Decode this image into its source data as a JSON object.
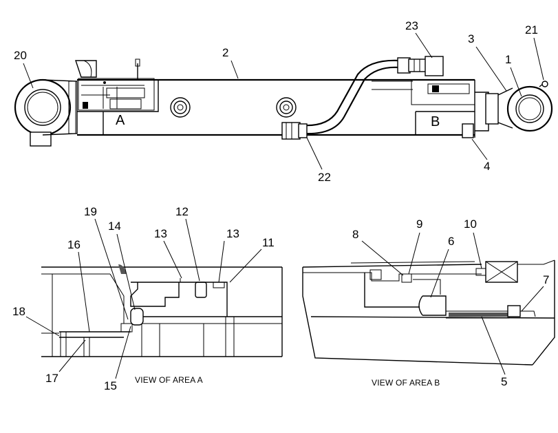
{
  "diagram": {
    "main_view": {
      "area_labels": {
        "a": "A",
        "b": "B"
      },
      "callouts": [
        "20",
        "2",
        "23",
        "3",
        "1",
        "21",
        "22",
        "4"
      ]
    },
    "view_a": {
      "caption": "VIEW OF AREA  A",
      "callouts": [
        "19",
        "12",
        "14",
        "13",
        "13",
        "11",
        "16",
        "18",
        "17",
        "15"
      ]
    },
    "view_b": {
      "caption": "VIEW OF AREA  B",
      "callouts": [
        "8",
        "9",
        "10",
        "6",
        "7",
        "5"
      ]
    }
  }
}
